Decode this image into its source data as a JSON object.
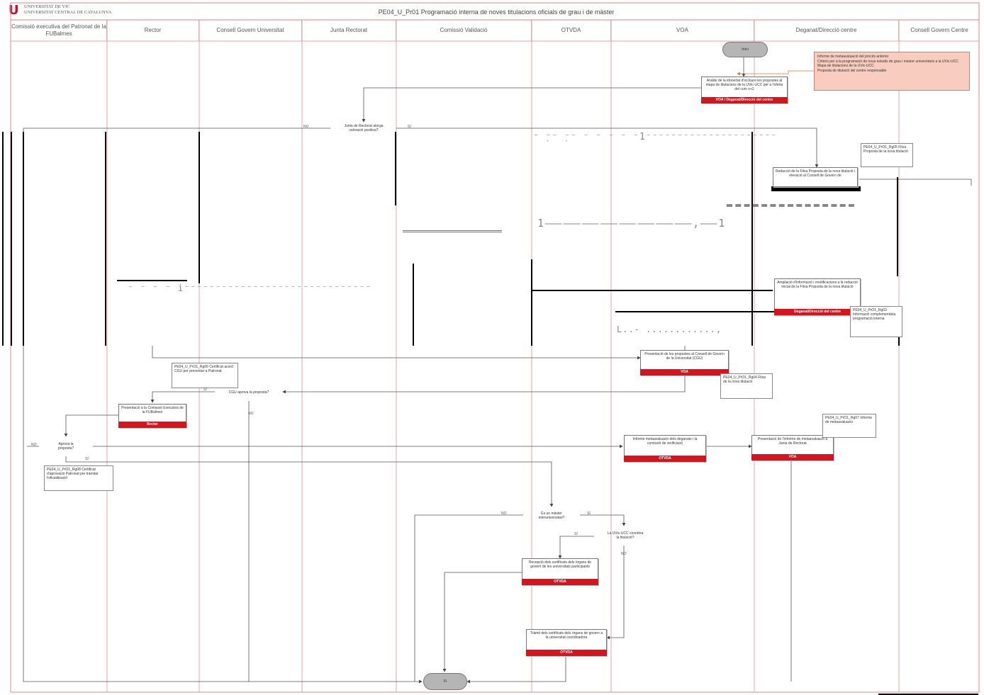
{
  "header": {
    "logo_line1": "UNIVERSITAT DE VIC",
    "logo_line2": "UNIVERSITAT CENTRAL DE CATALUNYA",
    "title": "PE04_U_Pr01 Programació interna de noves titulacions oficials de grau i de màster"
  },
  "lanes": [
    {
      "label": "Comissió executiva del Patronat de la FUBalmes"
    },
    {
      "label": "Rector"
    },
    {
      "label": "Consell Govern Universitat"
    },
    {
      "label": "Junta Rectorat"
    },
    {
      "label": "Comissió Validació"
    },
    {
      "label": "OTVDA"
    },
    {
      "label": "VOA"
    },
    {
      "label": "Deganat/Direcció centre"
    },
    {
      "label": "Consell Govern Centre"
    }
  ],
  "nodes": {
    "start": "Inici",
    "note": "Informe de metaavaluació del procés anterior\nCriteris per a la programació de nous estudis de grau i màster universitaris a la UVic-UCC\nMapa de titulacions de la UVic-UCC\nProposta de titulació del centre responsable",
    "analysis": {
      "text": "Anàlisi de la idoneïtat d'incloure les propostes al mapa de titulacions de la UVic-UCC per a l'oferta del curs n+2",
      "owner": "VOA i Deganat/Direcció del centre"
    },
    "dec_junta": "Junta de Rectorat atorga valoració positiva?",
    "doc_rg05": "PE04_U_PrO1_Rg05 Fitxa Proposta de la nova titulació",
    "redaccio": {
      "text": "Redacció de la Fitxa Proposta de la nova titulació i elevació al Consell de Govern de",
      "owner": ""
    },
    "ampliacio": {
      "text": "Ampliació d'informació i modificacions a la redacció inicial de la Fitxa Proposta de la nova titulació",
      "owner": "Deganat/Direcció del centre"
    },
    "doc_rg03": "PE04_U_PrO1_Rg03 Informació complementària programació interna",
    "present_cgu": {
      "text": "Presentació de les propostes al Consell de Govern de la Universitat (CGU)",
      "owner": "VOA"
    },
    "doc_rg04": "PE04_U_PrO1_Rg04 Fitxa de la nova titulació",
    "doc_rg06": "PE04_U_PrO1_Rg06 Certificat acord CGU per presentar a Patronat",
    "dec_cgu": "CGU aprova la proposta?",
    "present_comissio": {
      "text": "Presentació a la Comissió Executiva de la FUBalmes",
      "owner": "Rector"
    },
    "dec_aprova": "Aprova la proposta?",
    "doc_rg08": "PE04_U_PrO1_Rg08 Certificat d'aprovació Patronat per tramitar l'oficialització",
    "informe_meta": {
      "text": "Informe metaavaluació dels deganats i la comissió de verificació",
      "owner": "OTVDA"
    },
    "present_informe": {
      "text": "Presentació de l'informe de metaavaluació a Junta de Rectorat",
      "owner": "VOA"
    },
    "doc_rg07": "PE04_U_PrO1_Rg07 Informe de metaavaluació",
    "dec_inter": "És un màster interuniversitari?",
    "dec_coord": "La UVic-UCC coordina la titulació?",
    "recepcio": {
      "text": "Recepció dels certificats dels òrgans de govern de les universitats participants",
      "owner": "OTVDA"
    },
    "tramit": {
      "text": "Tràmit dels certificats dels òrgans de govern a la universitat coordinadora",
      "owner": "OTVDA"
    },
    "end": "Fi"
  },
  "labels": {
    "no": "NO",
    "si": "SÍ"
  },
  "scan_artifacts": {
    "frag1": "⁻ ̣⁻⁻ ̣⁻⁻ ⁻ ⁻ ⁻ ⁻ ⁻1⁻⁻⁻⁻⁻⁻⁻⁻⁻⁻⁻⁻⁻⁻⁻⁻⁻⁻⁻⁻⁻",
    "frag2": "1⸺⸺⸺⸺⸺⸺⸺⸺,⸺1",
    "frag3": "⁻ ⁻ ⁻ ⁻ i⁻⁻⁻⁻⁻⁻⁻⁻⁻⁻⁻⁻⁻⁻⁻⁻⁻⁻⁻⁻⁻⁻⁻⁻⁻⁻⁻⁻⁻⁻",
    "frag4": "L..- ............,"
  },
  "colors": {
    "owner_bar": "#d7141d",
    "note_fill": "#f8cdbf",
    "decision_fill": "#cfcfcf",
    "terminal_fill": "#b5b5b5"
  }
}
